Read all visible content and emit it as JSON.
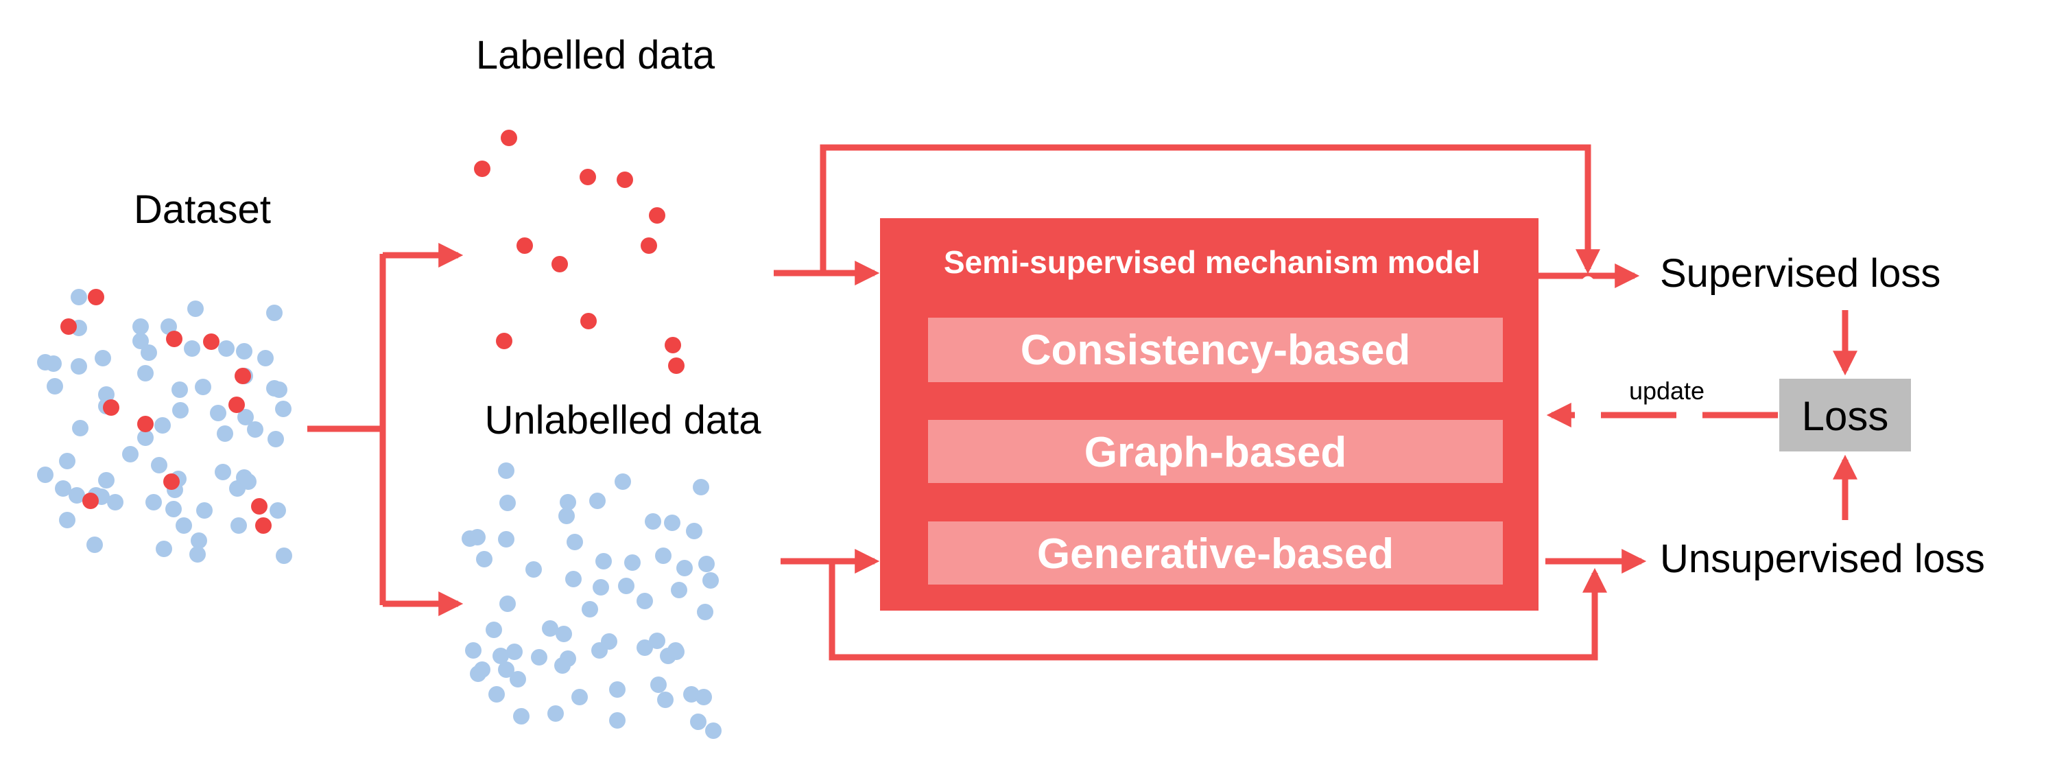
{
  "labels": {
    "dataset": "Dataset",
    "labelled": "Labelled data",
    "unlabelled": "Unlabelled data",
    "model_title": "Semi-supervised mechanism model",
    "supervised_loss": "Supervised loss",
    "unsupervised_loss": "Unsupervised loss",
    "loss": "Loss",
    "update": "update"
  },
  "methods": [
    "Consistency-based",
    "Graph-based",
    "Generative-based"
  ],
  "colors": {
    "accent": "#f04e4e",
    "method_box": "#f79797",
    "labelled_point": "#ef4444",
    "unlabelled_point": "#a9c8ea",
    "loss_box": "#bdbdbd"
  }
}
